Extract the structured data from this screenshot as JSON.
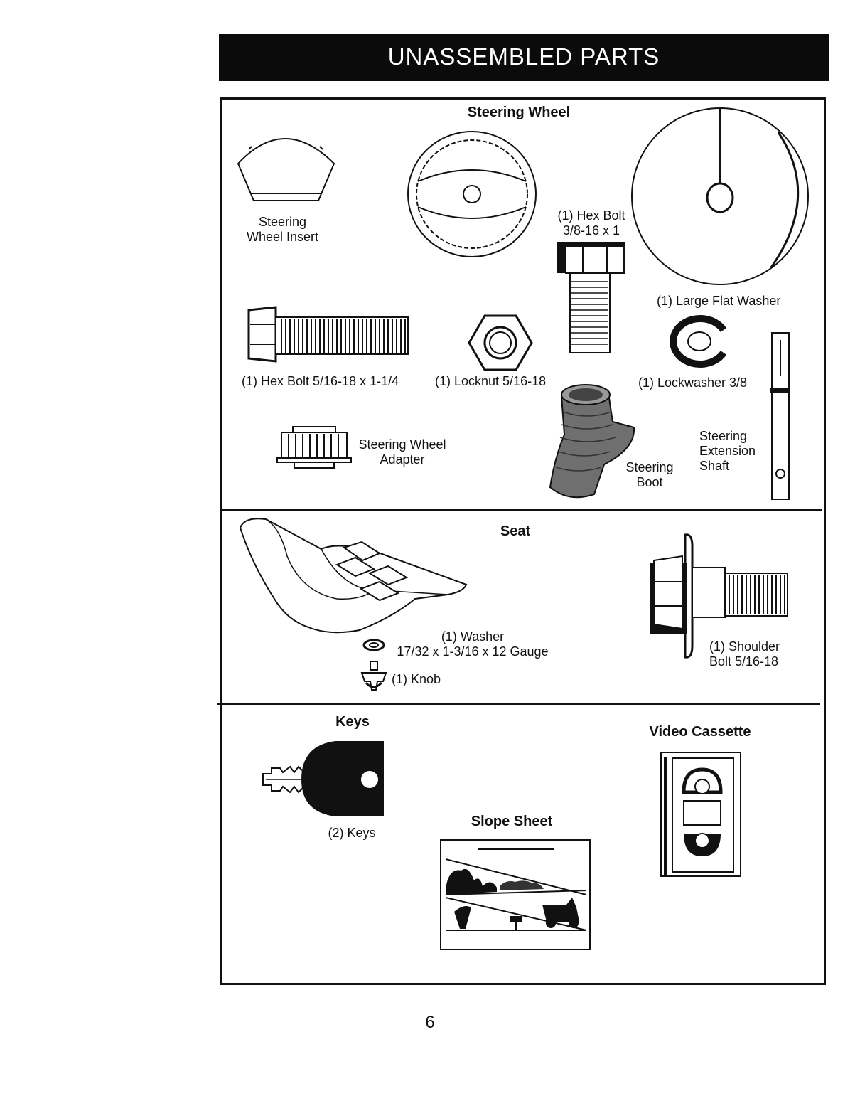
{
  "header": {
    "title": "UNASSEMBLED PARTS"
  },
  "sections": {
    "steering": {
      "heading": "Steering Wheel",
      "parts": {
        "insert": "Steering\nWheel Insert",
        "hex_bolt_large": "(1) Hex Bolt\n3/8-16 x 1",
        "flat_washer": "(1) Large Flat Washer",
        "hex_bolt_small": "(1) Hex Bolt  5/16-18 x 1-1/4",
        "locknut": "(1) Locknut  5/16-18",
        "lockwasher": "(1) Lockwasher  3/8",
        "adapter": "Steering Wheel\nAdapter",
        "boot": "Steering\nBoot",
        "shaft": "Steering\nExtension\nShaft"
      }
    },
    "seat": {
      "heading": "Seat",
      "parts": {
        "washer": "(1) Washer\n17/32 x 1-3/16 x 12 Gauge",
        "knob": "(1) Knob",
        "shoulder_bolt": "(1) Shoulder\nBolt  5/16-18"
      }
    },
    "misc": {
      "keys_heading": "Keys",
      "keys_label": "(2) Keys",
      "slope_heading": "Slope Sheet",
      "video_heading": "Video Cassette"
    }
  },
  "footer": {
    "page_number": "6"
  }
}
